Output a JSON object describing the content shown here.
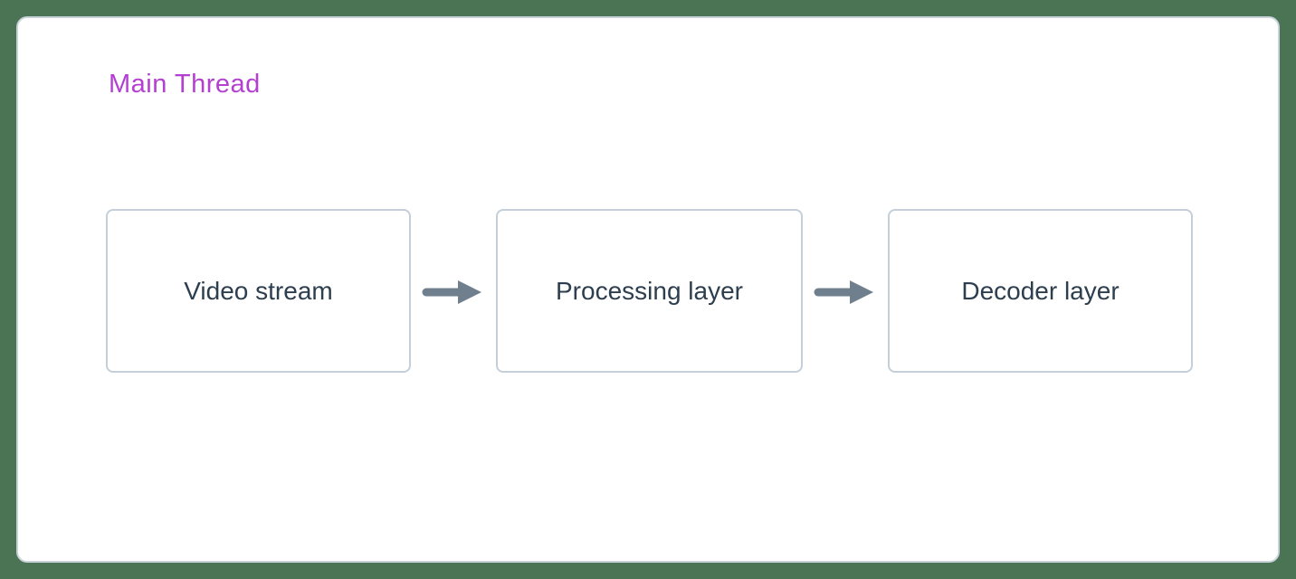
{
  "diagram": {
    "title": "Main Thread",
    "nodes": [
      {
        "label": "Video stream"
      },
      {
        "label": "Processing layer"
      },
      {
        "label": "Decoder layer"
      }
    ],
    "connections": [
      {
        "from": "Video stream",
        "to": "Processing layer",
        "type": "arrow-right"
      },
      {
        "from": "Processing layer",
        "to": "Decoder layer",
        "type": "arrow-right"
      }
    ],
    "colors": {
      "page_background": "#4a7453",
      "card_background": "#ffffff",
      "card_border": "#c9d2da",
      "title_text": "#b340d1",
      "node_border": "#c4cfd9",
      "node_text": "#2d3e4f",
      "arrow": "#6f7f8d"
    }
  }
}
